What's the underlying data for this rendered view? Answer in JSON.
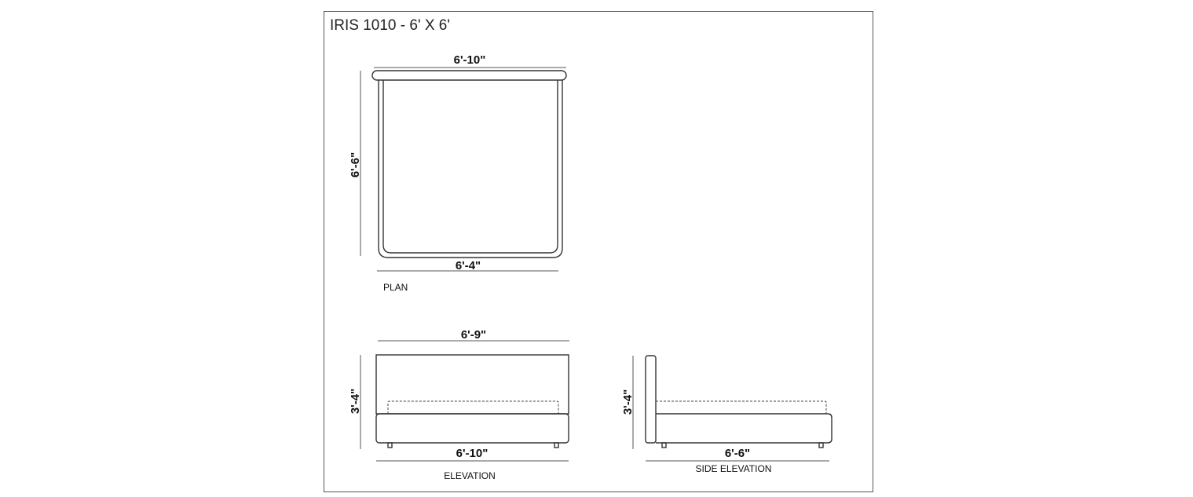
{
  "title": "IRIS 1010 - 6' X 6'",
  "plan": {
    "caption": "PLAN",
    "headboard_width": "6'-10\"",
    "bed_length": "6'-6\"",
    "bed_width": "6'-4\""
  },
  "elevation": {
    "caption": "ELEVATION",
    "headboard_width": "6'-9\"",
    "height": "3'-4\"",
    "base_width": "6'-10\""
  },
  "side_elevation": {
    "caption": "SIDE ELEVATION",
    "height": "3'-4\"",
    "length": "6'-6\""
  }
}
